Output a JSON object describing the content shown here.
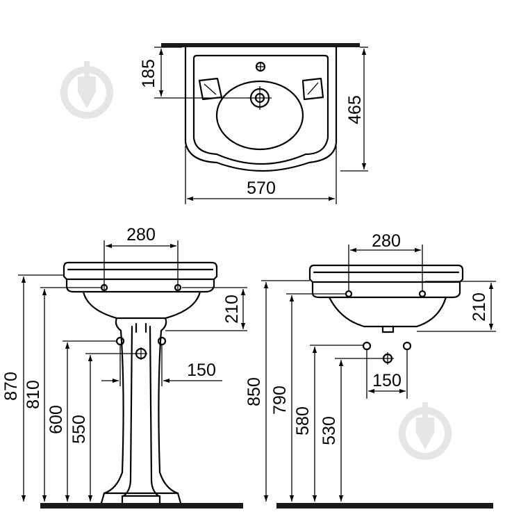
{
  "top_view": {
    "dim_width": "570",
    "dim_depth": "465",
    "dim_tap_offset": "185"
  },
  "front_view": {
    "dim_fixing_spacing": "280",
    "dim_bowl_depth": "210",
    "dim_total_height": "870",
    "dim_rim_height": "810",
    "dim_water_supply_height": "600",
    "dim_waste_height": "550",
    "dim_supply_spacing": "150"
  },
  "side_view": {
    "dim_fixing_spacing": "280",
    "dim_bowl_depth": "210",
    "dim_total_height": "850",
    "dim_rim_height": "790",
    "dim_water_supply_height": "580",
    "dim_waste_height": "530",
    "dim_supply_spacing": "150"
  },
  "watermark_icon": "paint-brush-drop-icon"
}
